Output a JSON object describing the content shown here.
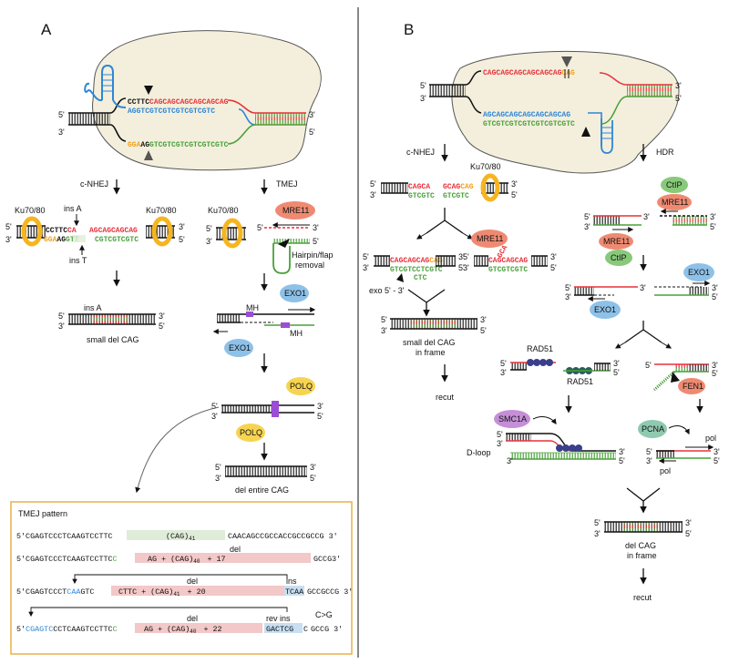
{
  "colors": {
    "red": "#e8303a",
    "blue": "#2f86d6",
    "green": "#4aa03a",
    "orange": "#f0a020",
    "gold": "#f2b21b",
    "nucleus": "#f3efdc",
    "ku": "#f6b520",
    "mre11": "#ef8a72",
    "ctip": "#88c97a",
    "exo1": "#8ec1e8",
    "polq": "#f6d451",
    "smc1a": "#c58fd8",
    "pcna": "#8fc9b0",
    "fen1": "#ef8a72"
  },
  "panelA": {
    "letter": "A",
    "seq_top_black": "CCTTC",
    "seq_top_red": "CAGCAGCAGCAGCAGCAG",
    "seq_mid_blue": "AGGTCGTCGTCGTCGTCGTC",
    "seq_bot_orange": "GGA",
    "seq_bot_black": "AG",
    "seq_bot_green": "GTCGTCGTCGTCGTCGTC",
    "p5": "5'",
    "p3": "3'",
    "cnhej": "c-NHEJ",
    "tmej": "TMEJ",
    "ku": "Ku70/80",
    "insA": "ins A",
    "insT": "ins T",
    "nh_top_black": "CCTTC",
    "nh_top_red": "CA",
    "nh_bot_orange": "GGA",
    "nh_bot_black": "AG",
    "nh_bot_green": "GTT",
    "nh_right_top": "AGCAGCAGCAG",
    "nh_right_bot": "CGTCGTCGTC",
    "smalldel": "small del CAG",
    "mre11": "MRE11",
    "hairpin": "Hairpin/flap",
    "removal": "removal",
    "exo1": "EXO1",
    "mh": "MH",
    "polq": "POLQ",
    "delentire": "del entire CAG"
  },
  "tmej": {
    "title": "TMEJ pattern",
    "r1a": "5'CGAGTCCCTCAAGTCCTTC",
    "r1b": "(CAG)",
    "r1s": "41",
    "r1c": "CAACAGCCGCCACCGCCGCCG 3'",
    "r2a": "5'CGAGTCCCTCAAGTCCTTC",
    "r2b": "C",
    "r2c": "AG  +  (CAG)",
    "r2s": "40",
    "r2d": "+  17",
    "r2e": "GCCG3'",
    "r2del": "del",
    "r3a": "5'CGAGTCCCT",
    "r3b": "CAA",
    "r3c": "GTC",
    "r3d": "CTTC  +  (CAG)",
    "r3s": "41",
    "r3e": "+  20",
    "r3f": "TCAA",
    "r3g": "GCCGCCG 3'",
    "r3del": "del",
    "r3ins": "ins",
    "r4a": "5'",
    "r4b": "CGAGTC",
    "r4c": "CCTCAAGTCCTTC",
    "r4d": "C",
    "r4e": "AG  +  (CAG)",
    "r4s": "40",
    "r4f": "+  22",
    "r4g": "GACTCG",
    "r4h": "C",
    "r4i": "GCCG 3'",
    "r4del": "del",
    "r4ins": "rev ins",
    "r4cg": "C>G"
  },
  "panelB": {
    "letter": "B",
    "seq_top_red": "CAGCAGCAGCAGCAGCAG",
    "seq_top_orange": "CAG",
    "seq_mid_blue": "AGCAGCAGCAGCAGCAGCAG",
    "seq_bot_green": "GTCGTCGTCGTCGTCGTCGTC",
    "cnhej": "c-NHEJ",
    "hdr": "HDR",
    "ku": "Ku70/80",
    "b_nh_l1": "CAGCA",
    "b_nh_l2": "GTCGTC",
    "b_nh_r1": "GCAG",
    "b_nh_r1o": "CAG",
    "b_nh_r2": "GTCGTC",
    "mre11": "MRE11",
    "ctip": "CtIP",
    "exo1": "EXO1",
    "a1_top_r": "CAGCAGCAG",
    "a1_top_o": "CAG",
    "a1_bot": "GTCGTCCTCGTC",
    "a1_exo": "exo 5' - 3'",
    "a1_ctc": "CTC",
    "a2_top": "CAGCAGCAG",
    "a2_bot": "GTCGTCGTC",
    "a2_gca": "GCA",
    "smalldel1": "small del CAG",
    "smalldel2": "in frame",
    "recut": "recut",
    "rad51": "RAD51",
    "fen1": "FEN1",
    "smc1a": "SMC1A",
    "dloop": "D-loop",
    "pcna": "PCNA",
    "pol": "pol",
    "delcag1": "del CAG",
    "delcag2": "in frame"
  }
}
